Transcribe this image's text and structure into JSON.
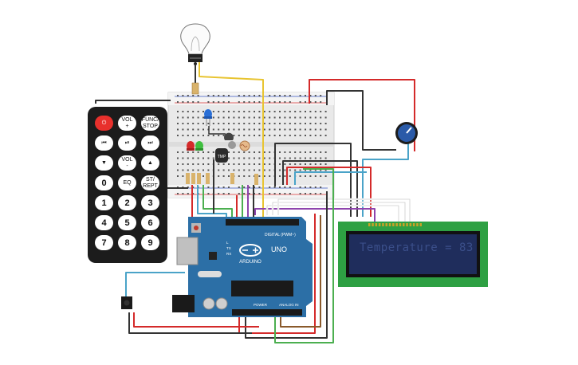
{
  "lcd": {
    "text": "Temperature = 83",
    "color": "#1f3170"
  },
  "arduino": {
    "logo": "ARDUINO",
    "model": "UNO",
    "digital_label": "DIGITAL (PWM~)",
    "power_label": "POWER",
    "analog_label": "ANALOG IN",
    "pin13": "L",
    "tx": "TX",
    "rx": "RX",
    "board_color": "#2c6fa6"
  },
  "remote": {
    "keys": [
      {
        "label": "⏻",
        "style": "red"
      },
      {
        "label": "VOL\n+"
      },
      {
        "label": "FUNC/\nSTOP"
      },
      {
        "label": "⏮"
      },
      {
        "label": "⏯"
      },
      {
        "label": "⏭"
      },
      {
        "label": "▼"
      },
      {
        "label": "VOL\n-"
      },
      {
        "label": "▲"
      },
      {
        "label": "0",
        "style": "num"
      },
      {
        "label": "EQ"
      },
      {
        "label": "ST/\nREPT"
      },
      {
        "label": "1",
        "style": "num"
      },
      {
        "label": "2",
        "style": "num"
      },
      {
        "label": "3",
        "style": "num"
      },
      {
        "label": "4",
        "style": "num"
      },
      {
        "label": "5",
        "style": "num"
      },
      {
        "label": "6",
        "style": "num"
      },
      {
        "label": "7",
        "style": "num"
      },
      {
        "label": "8",
        "style": "num"
      },
      {
        "label": "9",
        "style": "num"
      }
    ]
  },
  "sensor": {
    "label": "TMP"
  },
  "colors": {
    "wire_red": "#d42a2a",
    "wire_black": "#333333",
    "wire_yellow": "#e8c431",
    "wire_green": "#4caf50",
    "wire_purple": "#8e44ad",
    "wire_blue": "#4aa3c8",
    "wire_gray": "#999999",
    "wire_brown": "#8a5a2b",
    "lcd_board": "#2ea043",
    "lcd_screen": "#1f2d5c"
  }
}
